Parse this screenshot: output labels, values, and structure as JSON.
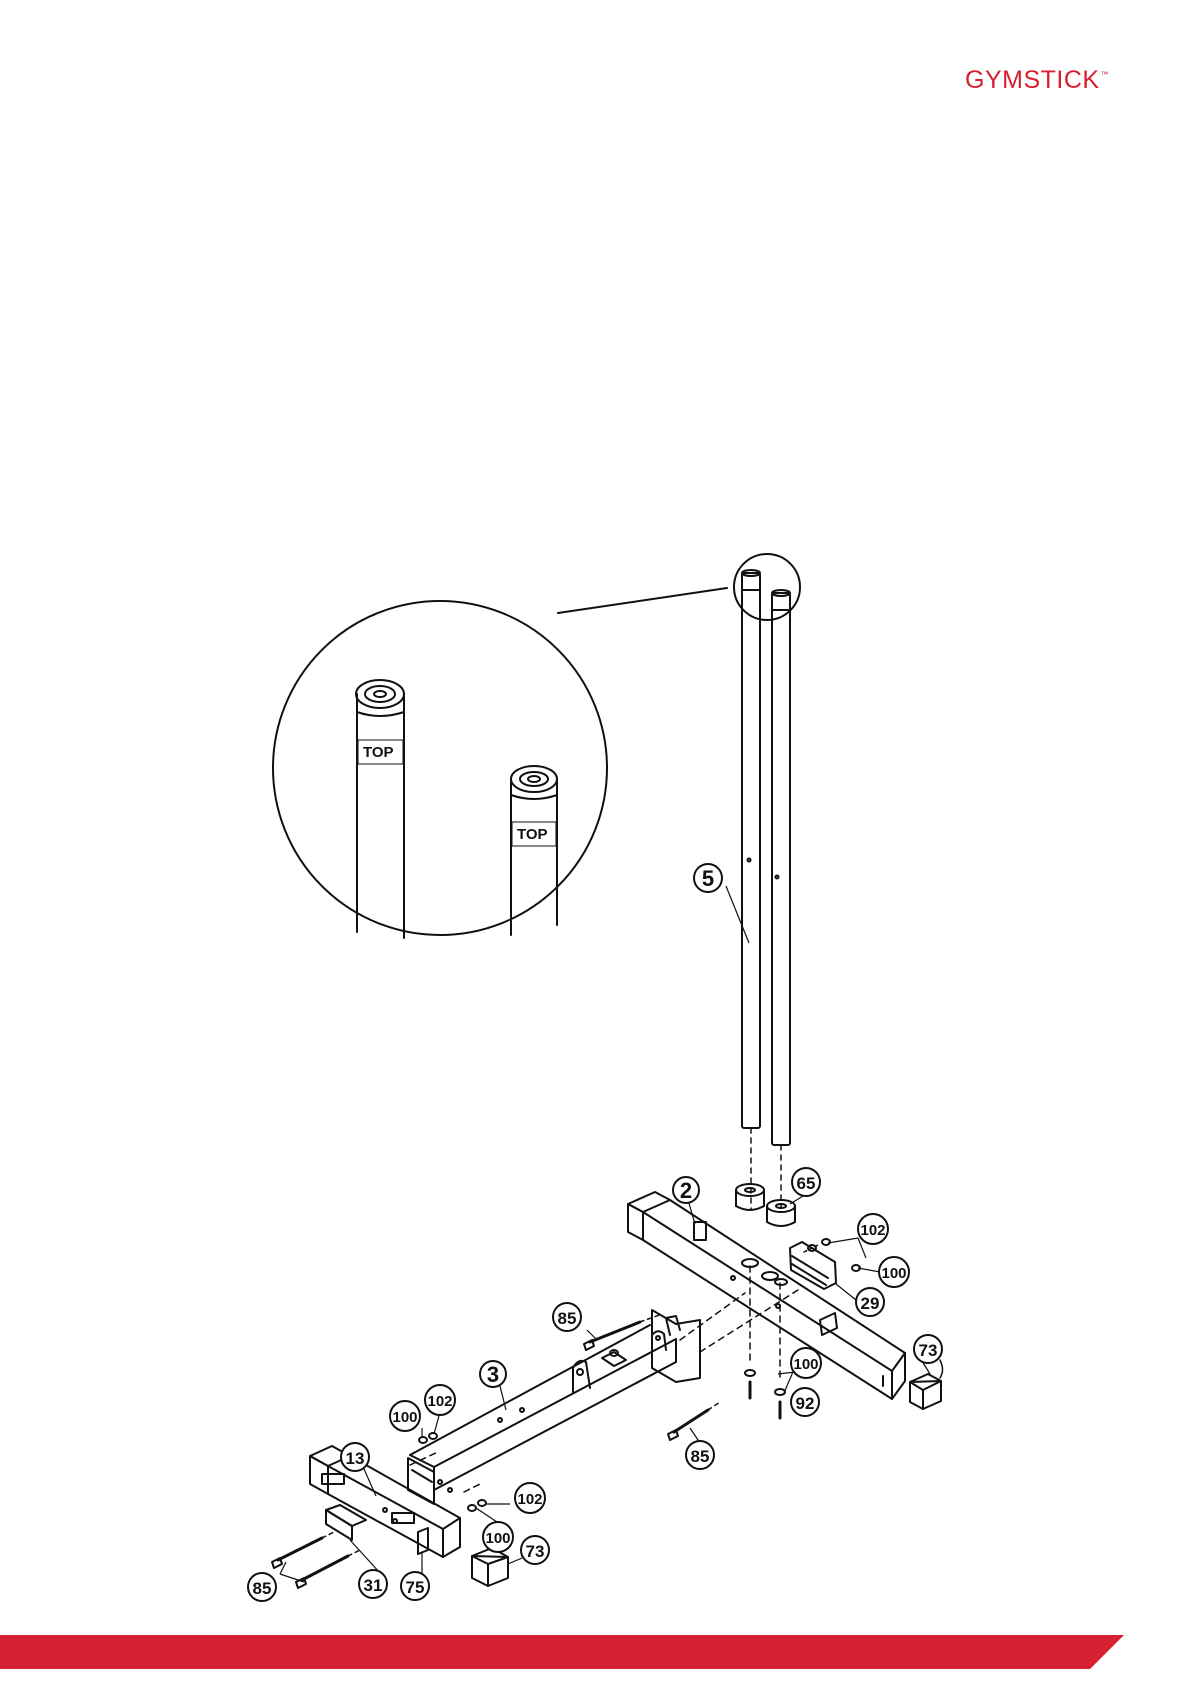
{
  "brand": {
    "name": "GYMSTICK",
    "mark": "™",
    "color": "#d71f32"
  },
  "zoom": {
    "labels": [
      "TOP",
      "TOP"
    ]
  },
  "callouts": [
    {
      "num": "5"
    },
    {
      "num": "2"
    },
    {
      "num": "65"
    },
    {
      "num": "102"
    },
    {
      "num": "100"
    },
    {
      "num": "29"
    },
    {
      "num": "73"
    },
    {
      "num": "85"
    },
    {
      "num": "3"
    },
    {
      "num": "100"
    },
    {
      "num": "92"
    },
    {
      "num": "85"
    },
    {
      "num": "100"
    },
    {
      "num": "102"
    },
    {
      "num": "13"
    },
    {
      "num": "100"
    },
    {
      "num": "102"
    },
    {
      "num": "85"
    },
    {
      "num": "31"
    },
    {
      "num": "75"
    },
    {
      "num": "73"
    }
  ],
  "footer": {
    "color": "#d71f32"
  }
}
